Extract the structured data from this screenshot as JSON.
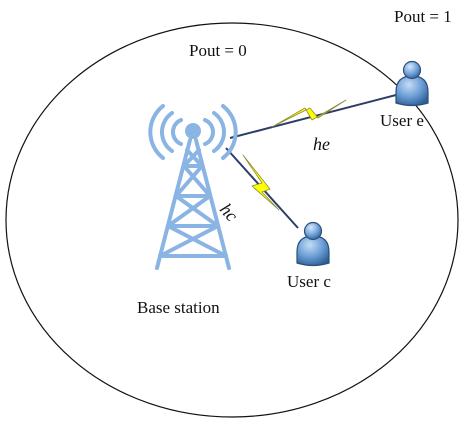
{
  "labels": {
    "pout_inner": "Pout = 0",
    "pout_outer": "Pout = 1",
    "base_station": "Base station",
    "user_c": "User c",
    "user_e": "User e",
    "channel_c": "hc",
    "channel_e": "he"
  },
  "colors": {
    "tower": "#8ab4e3",
    "tower_dark": "#6d9ad0",
    "user_body": "#5b8fcc",
    "user_dark": "#2a4f7b",
    "link_line": "#2d3e66",
    "lightning": "#ffff00",
    "lightning_stroke": "#8c8c35",
    "coverage_circle": "#111111"
  },
  "icons": {
    "tower": "radio-tower-icon",
    "user": "user-icon",
    "signal": "lightning-bolt-icon"
  }
}
